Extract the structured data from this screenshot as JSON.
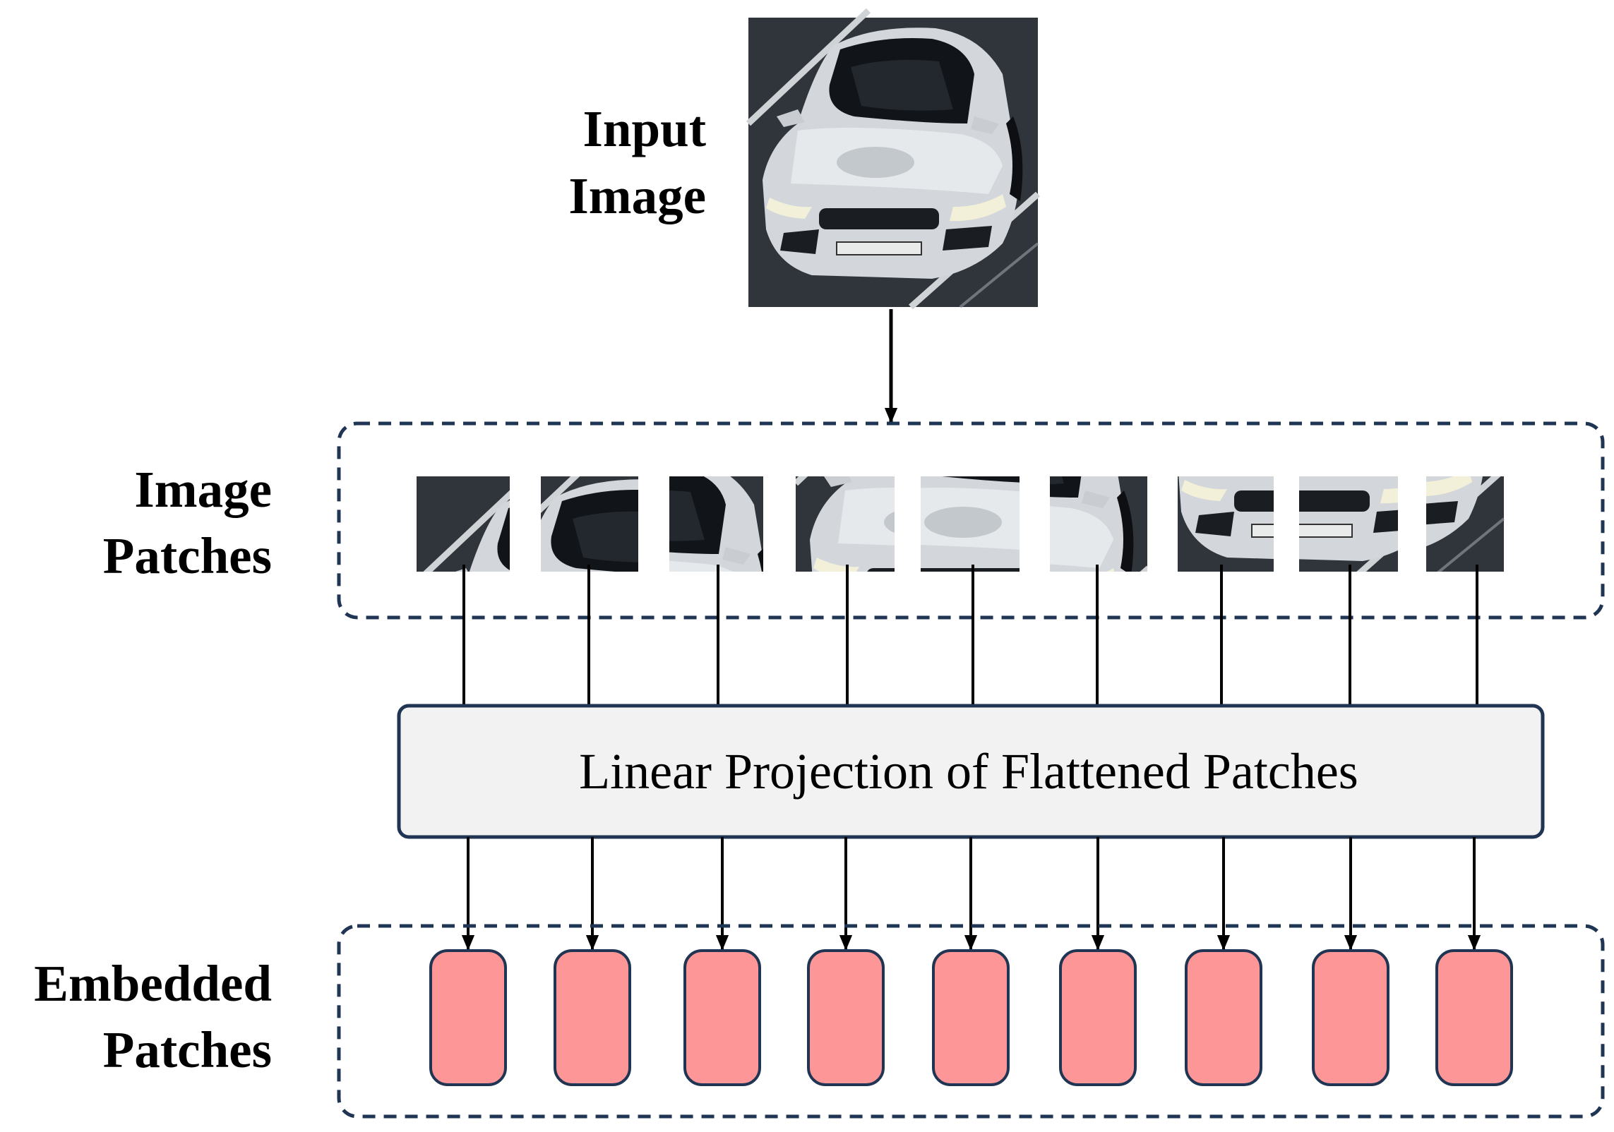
{
  "labels": {
    "input_image": [
      "Input",
      "Image"
    ],
    "image_patches": [
      "Image",
      "Patches"
    ],
    "embedded_patches": [
      "Embedded",
      "Patches"
    ]
  },
  "projection_label": "Linear Projection of Flattened Patches",
  "patch_count": 9,
  "colors": {
    "embedding_fill": "#fd9797",
    "embedding_stroke": "#1f3553",
    "projection_fill": "#f2f2f2",
    "dashed_border": "#1f3553",
    "arrow": "#000000",
    "photo_background": "#2c3138",
    "car_body": "#d4d8dc"
  },
  "icons": [
    "car-photo",
    "arrow-down"
  ]
}
